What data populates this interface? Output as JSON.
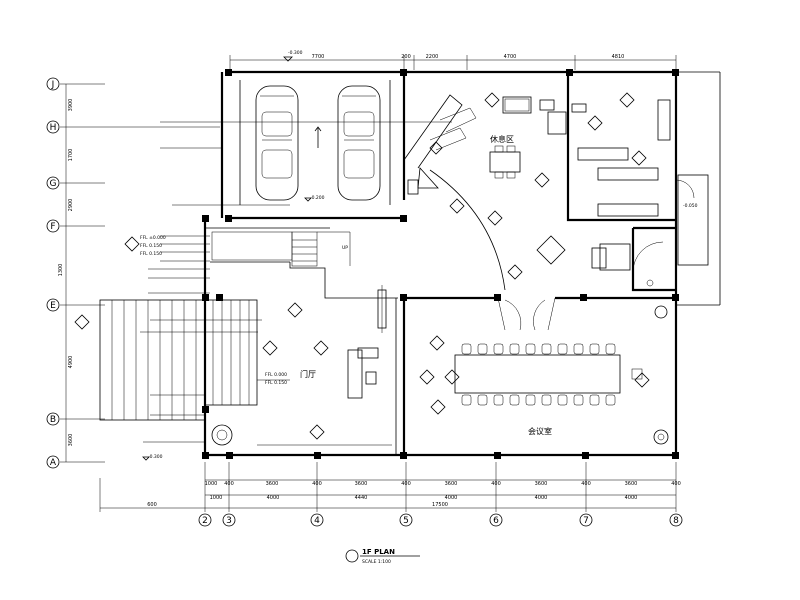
{
  "drawing": {
    "title": "1F PLAN",
    "scale": "SCALE 1:100"
  },
  "levels": {
    "top": "-0.300",
    "garage": "-0.200",
    "bottom": "-0.300",
    "right": "-0.050"
  },
  "rooms": {
    "rest_area": "休息区",
    "meeting_room": "会议室",
    "foyer": "门厅"
  },
  "grid_rows": [
    "J",
    "H",
    "G",
    "F",
    "E",
    "B",
    "A"
  ],
  "grid_cols": [
    "2",
    "3",
    "4",
    "5",
    "6",
    "7",
    "8"
  ],
  "dims": {
    "top": [
      "7700",
      "200",
      "2200",
      "4700",
      "4810"
    ],
    "left": [
      "3900",
      "1700",
      "2900",
      "1300",
      "4900",
      "3600"
    ],
    "bottom_1": [
      "1000",
      "400",
      "3600",
      "400",
      "3600",
      "400",
      "3600",
      "400",
      "3600",
      "400",
      "3600",
      "400"
    ],
    "bottom_2": [
      "1000",
      "4000",
      "4440",
      "4000",
      "4000",
      "4000"
    ],
    "bottom_overall": [
      "600",
      "17500"
    ]
  },
  "elevations": [
    "FFL ±0.000",
    "FFL 0.150",
    "FFL 0.150",
    "FFL 0.000",
    "FFL 0.150"
  ],
  "ramp_label": "UP"
}
